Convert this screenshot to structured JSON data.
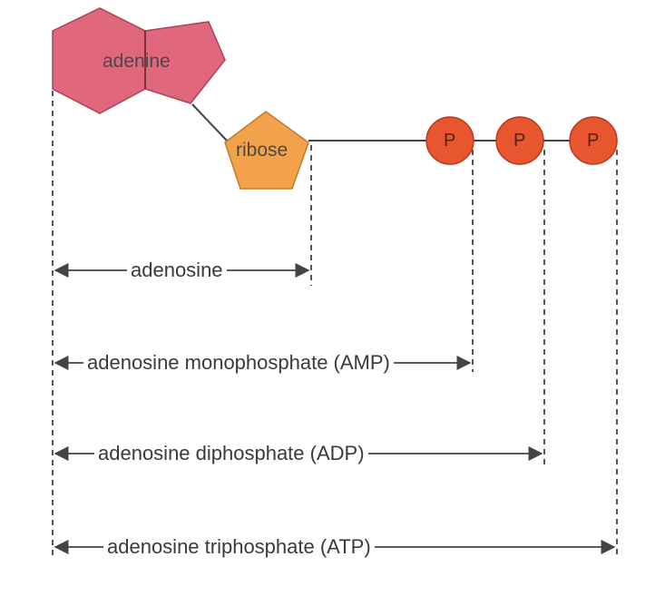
{
  "molecule": {
    "base_label": "adenine",
    "sugar_label": "ribose",
    "phosphate_labels": [
      "P",
      "P",
      "P"
    ]
  },
  "spans": [
    {
      "label": "adenosine"
    },
    {
      "label": "adenosine monophosphate (AMP)"
    },
    {
      "label": "adenosine diphosphate (ADP)"
    },
    {
      "label": "adenosine triphosphate (ATP)"
    }
  ],
  "colors": {
    "adenine": "#e0677c",
    "ribose": "#f2a24a",
    "phosphate": "#e85630",
    "line": "#444444"
  }
}
